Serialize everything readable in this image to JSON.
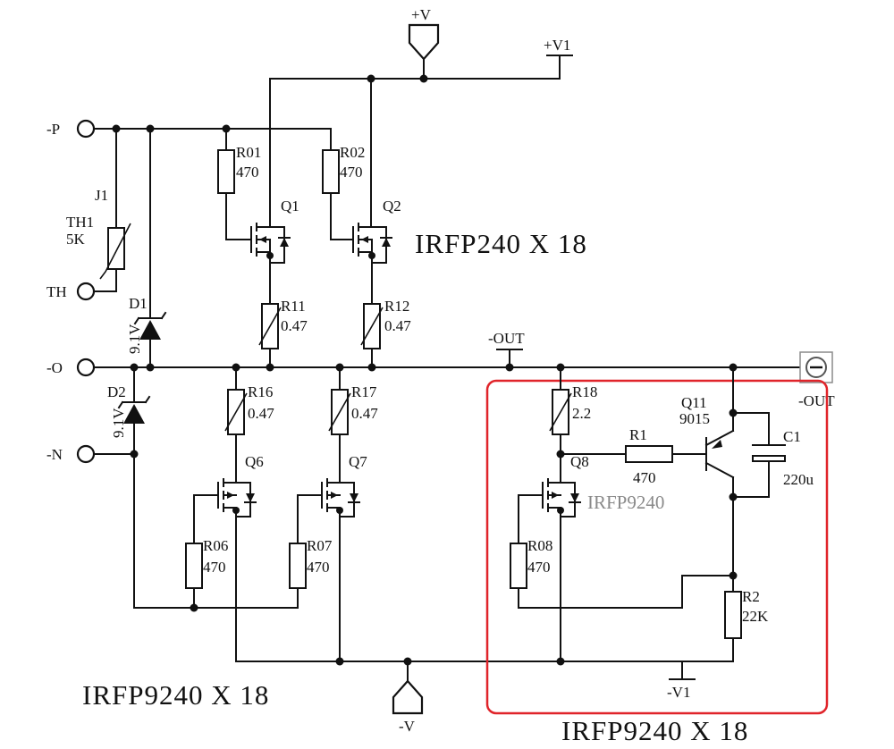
{
  "rails": {
    "pos_v": "+V",
    "pos_v1": "+V1",
    "neg_v": "-V",
    "neg_v1": "-V1",
    "out_mid": "-OUT",
    "out_right": "-OUT"
  },
  "terminals": {
    "p": "-P",
    "th": "TH",
    "o": "-O",
    "n": "-N"
  },
  "parts": {
    "J1": "J1",
    "TH1": "TH1",
    "TH1_val": "5K",
    "D1": "D1",
    "D1_val": "9.1V",
    "D2": "D2",
    "D2_val": "9.1V",
    "R01": "R01",
    "R01_val": "470",
    "R02": "R02",
    "R02_val": "470",
    "Q1": "Q1",
    "Q2": "Q2",
    "R11": "R11",
    "R11_val": "0.47",
    "R12": "R12",
    "R12_val": "0.47",
    "R16": "R16",
    "R16_val": "0.47",
    "R17": "R17",
    "R17_val": "0.47",
    "Q6": "Q6",
    "Q7": "Q7",
    "R06": "R06",
    "R06_val": "470",
    "R07": "R07",
    "R07_val": "470",
    "R18": "R18",
    "R18_val": "2.2",
    "Q8": "Q8",
    "Q8_type": "IRFP9240",
    "R08": "R08",
    "R08_val": "470",
    "R1": "R1",
    "R1_val": "470",
    "Q11": "Q11",
    "Q11_type": "9015",
    "C1": "C1",
    "C1_val": "220u",
    "R2": "R2",
    "R2_val": "22K"
  },
  "captions": {
    "upper": "IRFP240  X  18",
    "lower_left": "IRFP9240  X  18",
    "lower_right": "IRFP9240  X  18"
  },
  "colors": {
    "highlight_box": "#e0242a",
    "wire": "#111111"
  }
}
